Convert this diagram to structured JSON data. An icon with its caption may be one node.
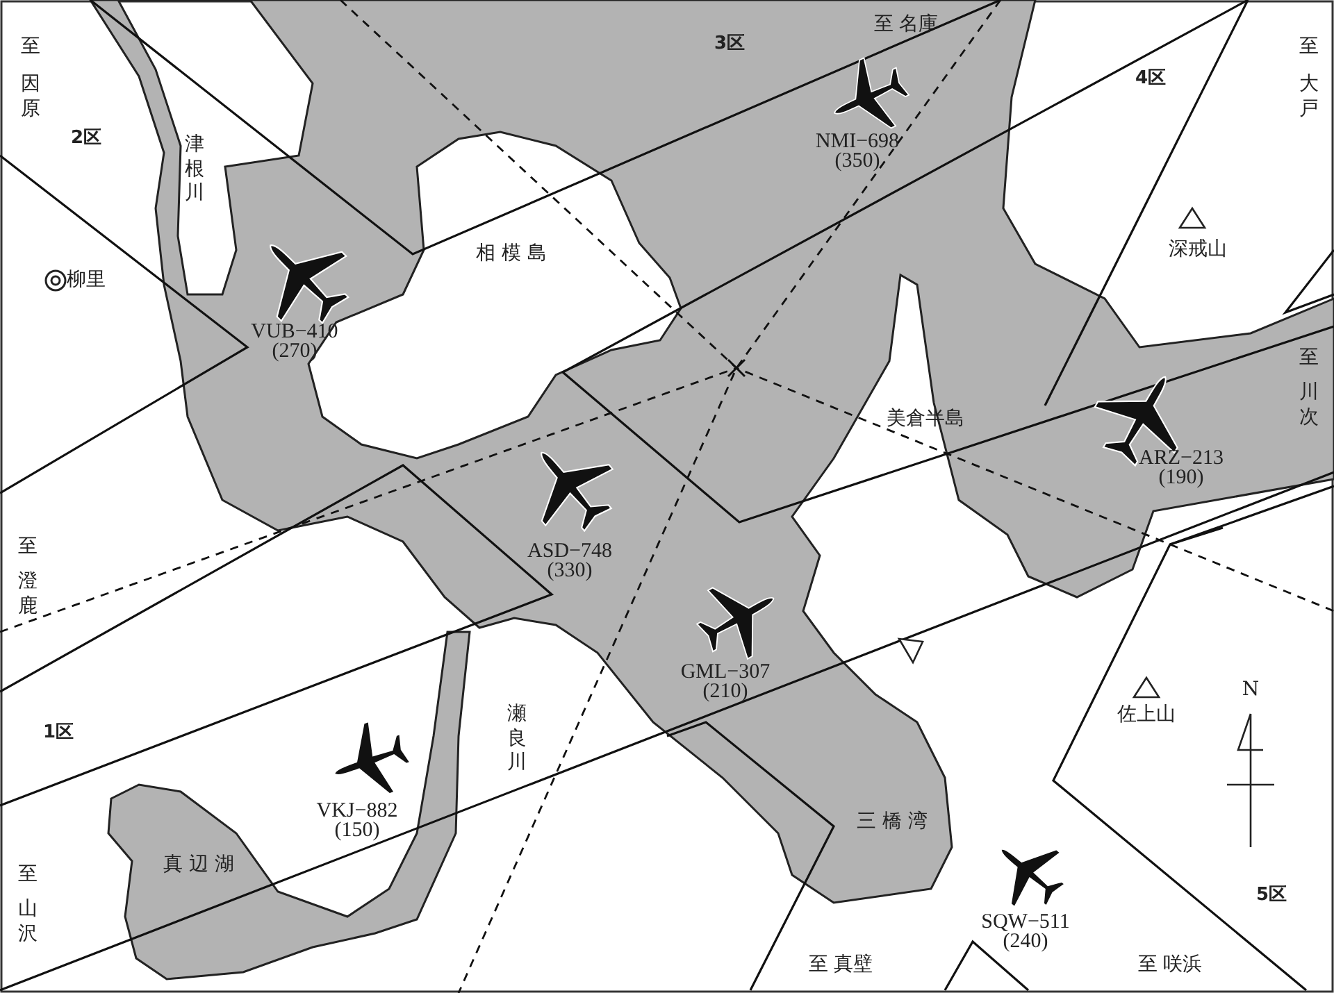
{
  "diagram": {
    "labels": [
      "至",
      "因原",
      "3区",
      "至 名庫",
      "至",
      "大戸",
      "2区",
      "津根川",
      "NMI−698",
      "(350)",
      "4区",
      "深戒山",
      "柳里",
      "相 模 島",
      "VUB−410",
      "(270)",
      "美倉半島",
      "至",
      "川次",
      "ARZ−213",
      "(190)",
      "至",
      "澄鹿",
      "ASD−748",
      "(330)",
      "GML−307",
      "(210)",
      "瀬良川",
      "1区",
      "佐上山",
      "N",
      "VKJ−882",
      "(150)",
      "真 辺 湖",
      "三 橋 湾",
      "至",
      "山沢",
      "SQW−511",
      "(240)",
      "5区",
      "至 真壁",
      "至 咲浜"
    ]
  }
}
